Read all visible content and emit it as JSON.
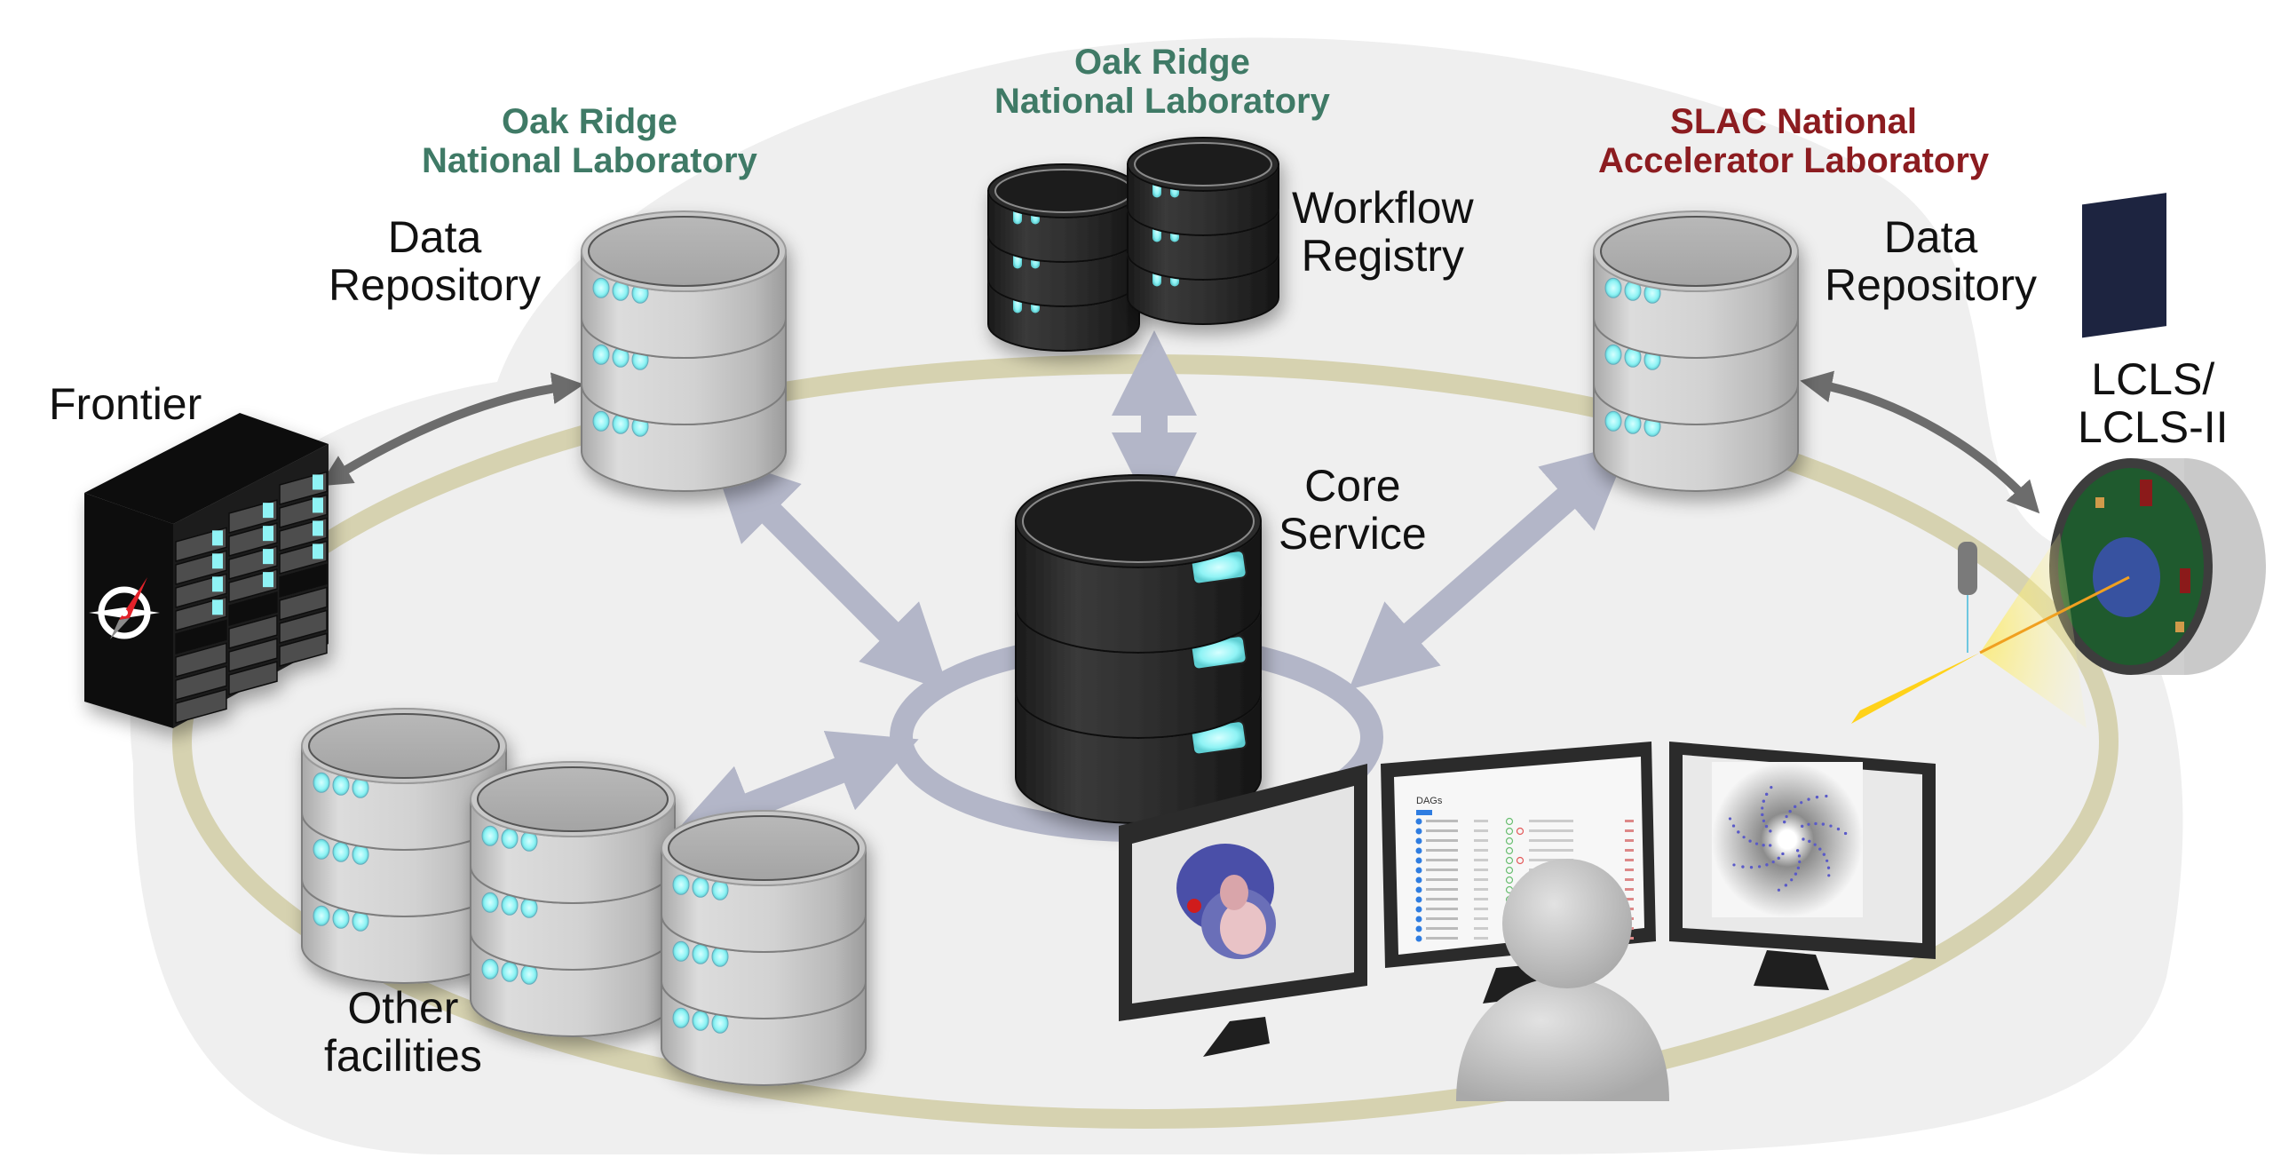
{
  "colors": {
    "ornl_green": "#3f7a66",
    "slac_red": "#8c1c20",
    "ring_khaki": "#d6d2b0",
    "arrow_lavender": "#b3b6c8",
    "arrow_gray": "#6c6c6c",
    "led_cyan": "#8ff3f5",
    "cloud_gray": "#eeeeee"
  },
  "organizations": {
    "ornl_left": [
      "Oak Ridge",
      "National Laboratory"
    ],
    "ornl_center": [
      "Oak Ridge",
      "National Laboratory"
    ],
    "slac": [
      "SLAC National",
      "Accelerator Laboratory"
    ]
  },
  "nodes": {
    "data_repository_ornl": {
      "label": [
        "Data",
        "Repository"
      ],
      "icon": "database-icon"
    },
    "workflow_registry": {
      "label": [
        "Workflow",
        "Registry"
      ],
      "icon": "database-icon"
    },
    "data_repository_slac": {
      "label": [
        "Data",
        "Repository"
      ],
      "icon": "database-icon"
    },
    "frontier": {
      "label": [
        "Frontier"
      ],
      "icon": "supercomputer-icon"
    },
    "lcls": {
      "label": [
        "LCLS/",
        "LCLS-II"
      ],
      "icon": "x-ray-detector-icon"
    },
    "core_service": {
      "label": [
        "Core",
        "Service"
      ],
      "icon": "database-icon"
    },
    "other_facilities": {
      "label": [
        "Other",
        "facilities"
      ],
      "icon": "database-icon"
    },
    "users": {
      "icon": "user-icon",
      "monitors": [
        "protein-structure-view",
        "web-dashboard-view",
        "diffraction-pattern-view"
      ]
    }
  },
  "dashboard_screen": {
    "heading": "DAGs"
  },
  "connections": [
    {
      "from": "core_service",
      "to": "data_repository_ornl",
      "style": "bidirectional"
    },
    {
      "from": "core_service",
      "to": "workflow_registry",
      "style": "bidirectional"
    },
    {
      "from": "core_service",
      "to": "data_repository_slac",
      "style": "bidirectional"
    },
    {
      "from": "core_service",
      "to": "other_facilities",
      "style": "bidirectional"
    },
    {
      "from": "data_repository_ornl",
      "to": "frontier",
      "style": "bidirectional"
    },
    {
      "from": "data_repository_slac",
      "to": "lcls",
      "style": "bidirectional"
    }
  ]
}
